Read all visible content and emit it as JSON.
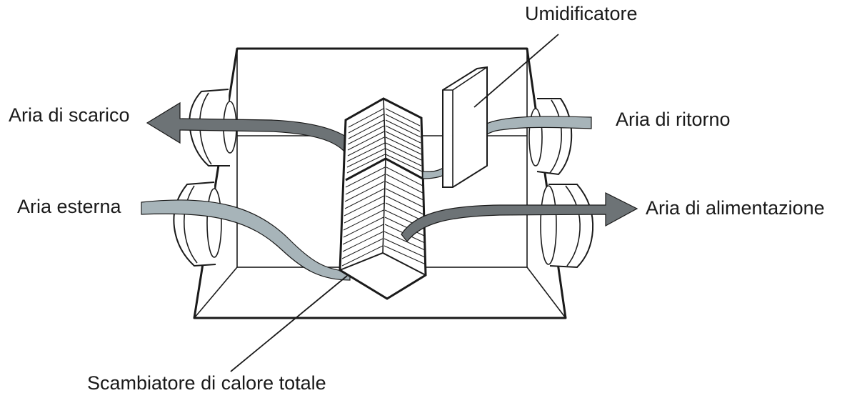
{
  "labels": {
    "humidifier": "Umidificatore",
    "exhaust_air": "Aria di scarico",
    "return_air": "Aria di ritorno",
    "outdoor_air": "Aria esterna",
    "supply_air": "Aria di alimentazione",
    "heat_exchanger": "Scambiatore di calore totale"
  },
  "colors": {
    "line": "#1a1a1a",
    "exhaust_arrow": "#6d7376",
    "supply_arrow": "#6d7376",
    "return_stream": "#a7b4b9",
    "outdoor_stream": "#a7b4b9",
    "background": "#ffffff"
  }
}
